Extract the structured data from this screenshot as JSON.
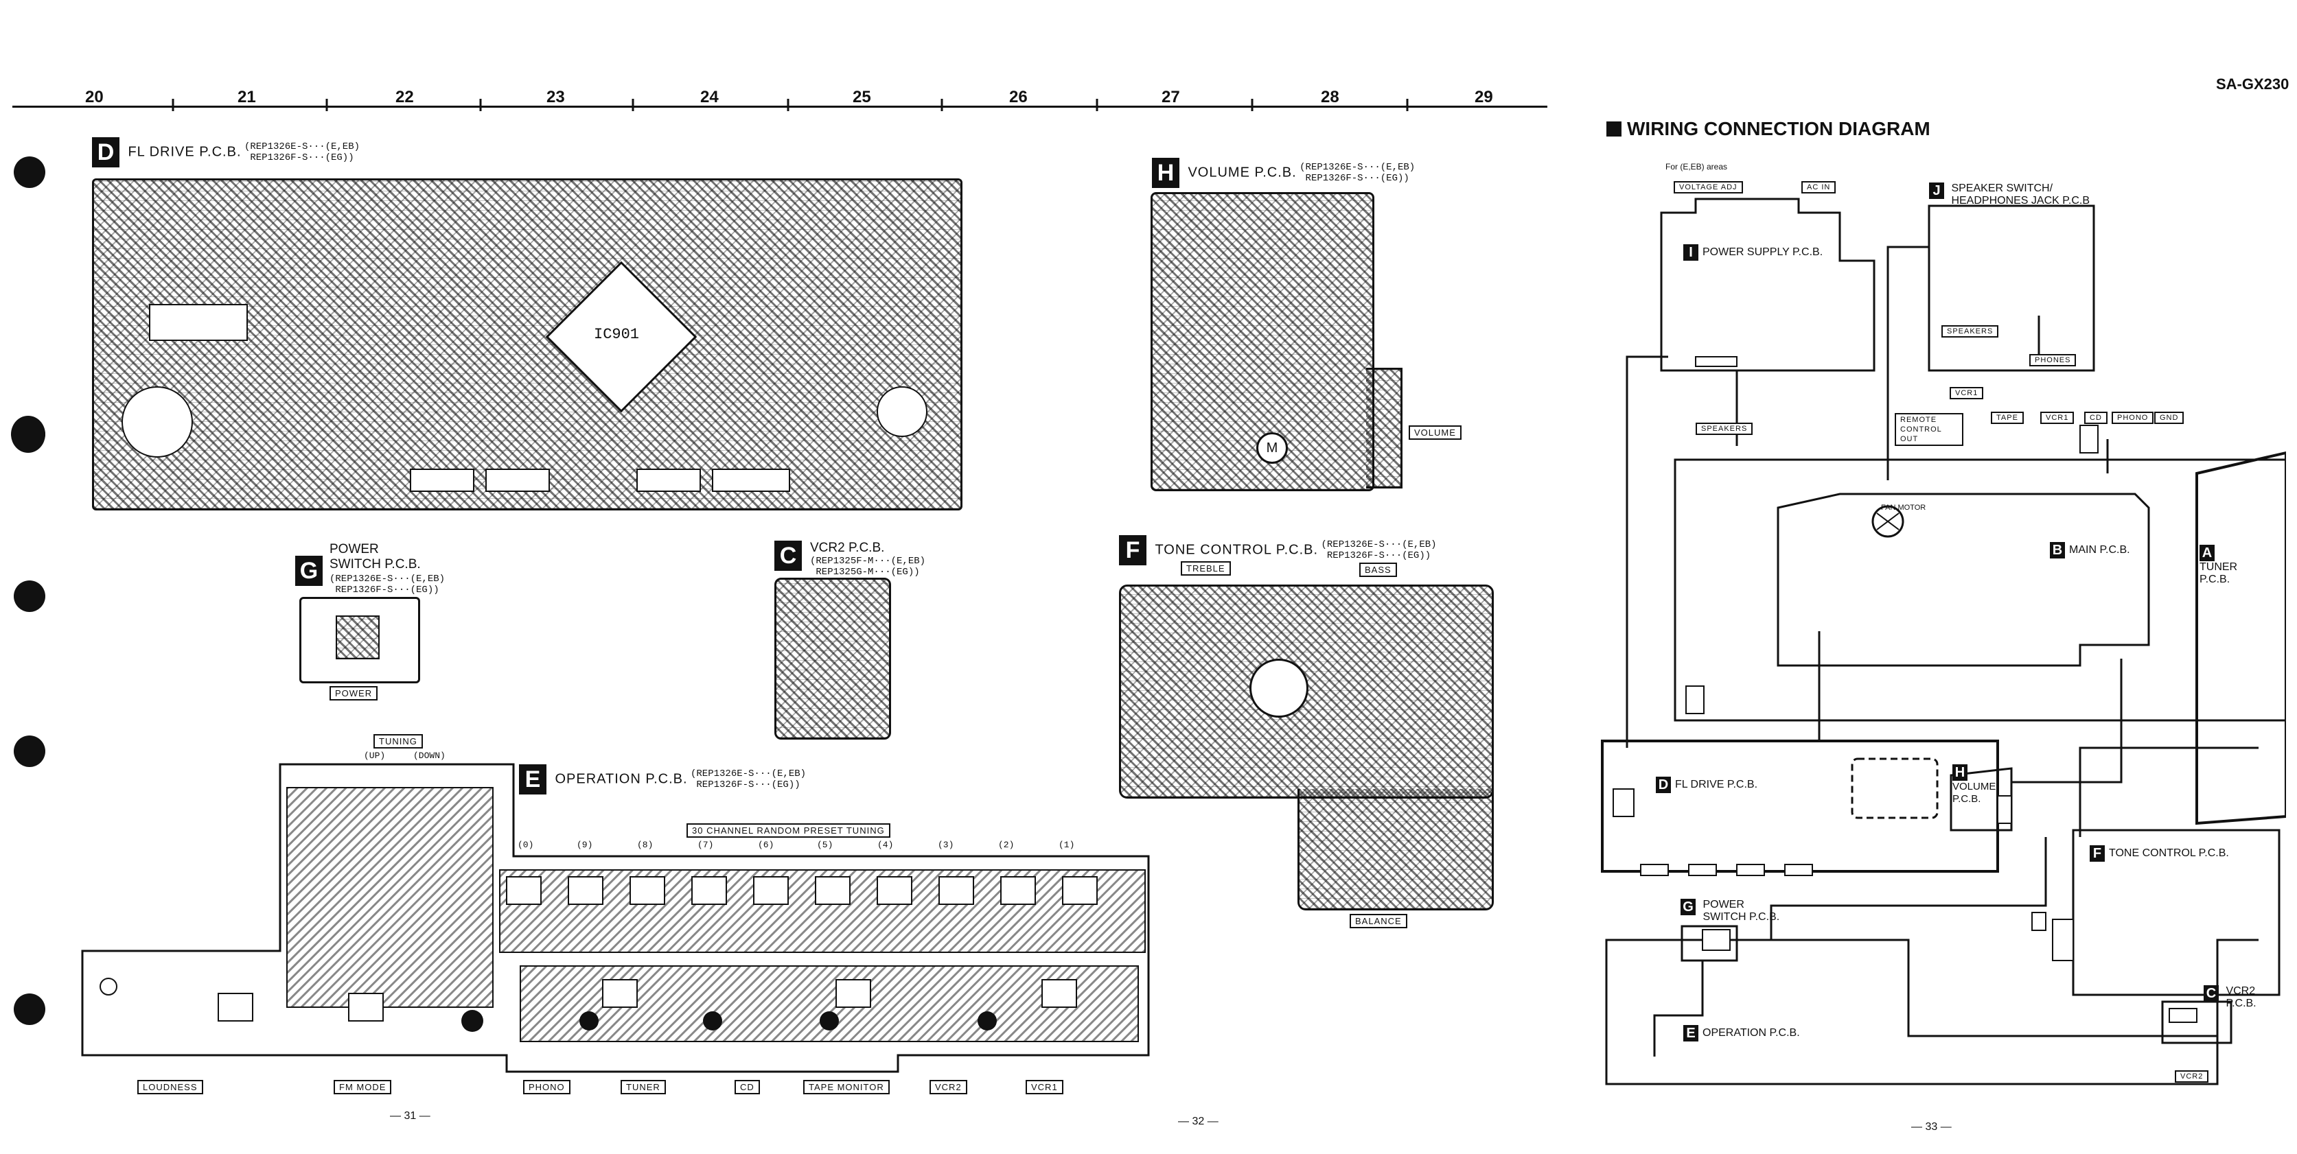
{
  "model": "SA-GX230",
  "grid_numbers": [
    "20",
    "21",
    "22",
    "23",
    "24",
    "25",
    "26",
    "27",
    "28",
    "29"
  ],
  "page_numbers": [
    "— 31 —",
    "— 32 —",
    "— 33 —"
  ],
  "wiring_title": "WIRING CONNECTION DIAGRAM",
  "sections": {
    "D": {
      "letter": "D",
      "title": "FL DRIVE P.C.B.",
      "parts": [
        "REP1326E-S···(E,EB)",
        "REP1326F-S···(EG)"
      ],
      "chip": "IC901"
    },
    "H": {
      "letter": "H",
      "title": "VOLUME P.C.B.",
      "parts": [
        "REP1326E-S···(E,EB)",
        "REP1326F-S···(EG)"
      ],
      "label": "VOLUME"
    },
    "G": {
      "letter": "G",
      "title_line1": "POWER",
      "title_line2": "SWITCH P.C.B.",
      "parts": [
        "REP1326E-S···(E,EB)",
        "REP1326F-S···(EG)"
      ],
      "label": "POWER"
    },
    "C": {
      "letter": "C",
      "title": "VCR2 P.C.B.",
      "parts": [
        "REP1325F-M···(E,EB)",
        "REP1325G-M···(EG)"
      ]
    },
    "F": {
      "letter": "F",
      "title": "TONE CONTROL P.C.B.",
      "parts": [
        "REP1326E-S···(E,EB)",
        "REP1326F-S···(EG)"
      ],
      "label_treble": "TREBLE",
      "label_bass": "BASS",
      "label_balance": "BALANCE"
    },
    "E": {
      "letter": "E",
      "title": "OPERATION P.C.B.",
      "parts": [
        "REP1326E-S···(E,EB)",
        "REP1326F-S···(EG)"
      ],
      "tuning": "TUNING",
      "up": "(UP)",
      "down": "(DOWN)",
      "preset": "30 CHANNEL RANDOM PRESET TUNING",
      "preset_numbers": [
        "(0)",
        "(9)",
        "(8)",
        "(7)",
        "(6)",
        "(5)",
        "(4)",
        "(3)",
        "(2)",
        "(1)"
      ],
      "bottom_labels": [
        "LOUDNESS",
        "FM MODE",
        "PHONO",
        "TUNER",
        "CD",
        "TAPE MONITOR",
        "VCR2",
        "VCR1"
      ]
    }
  },
  "wiring": {
    "top_labels": [
      "For (E,EB) areas",
      "VOLTAGE ADJ",
      "AC IN"
    ],
    "I": {
      "letter": "I",
      "title": "POWER SUPPLY P.C.B."
    },
    "J": {
      "letter": "J",
      "title_line1": "SPEAKER SWITCH/",
      "title_line2": "HEADPHONES JACK P.C.B"
    },
    "speakers": "SPEAKERS",
    "phones": "PHONES",
    "jack_labels": [
      "SPEAKERS",
      "REMOTE CONTROL OUT",
      "VCR1",
      "TAPE",
      "VCR1",
      "CD",
      "PHONO",
      "GND"
    ],
    "B": {
      "letter": "B",
      "title": "MAIN P.C.B."
    },
    "A": {
      "letter": "A",
      "title_line1": "TUNER",
      "title_line2": "P.C.B."
    },
    "D": {
      "letter": "D",
      "title": "FL DRIVE P.C.B."
    },
    "H": {
      "letter": "H",
      "title_line1": "VOLUME",
      "title_line2": "P.C.B."
    },
    "F": {
      "letter": "F",
      "title": "TONE CONTROL P.C.B."
    },
    "G": {
      "letter": "G",
      "title_line1": "POWER",
      "title_line2": "SWITCH P.C.B."
    },
    "C": {
      "letter": "C",
      "title_line1": "VCR2",
      "title_line2": "P.C.B."
    },
    "E": {
      "letter": "E",
      "title": "OPERATION P.C.B."
    },
    "vcr2": "VCR2",
    "fan": "FAN MOTOR"
  }
}
